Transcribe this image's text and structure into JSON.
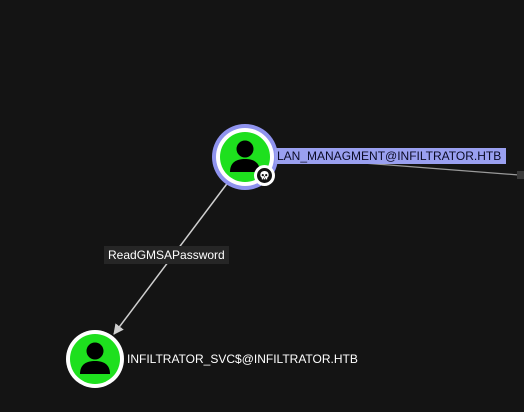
{
  "graph": {
    "nodes": [
      {
        "id": "lan_managment",
        "label": "LAN_MANAGMENT@INFILTRATOR.HTB",
        "type": "user",
        "selected": true,
        "icon": "person-icon",
        "badge_icon": "skull-icon"
      },
      {
        "id": "infiltrator_svc",
        "label": "INFILTRATOR_SVC$@INFILTRATOR.HTB",
        "type": "user",
        "selected": false,
        "icon": "person-icon"
      }
    ],
    "edges": [
      {
        "from": "lan_managment",
        "to": "infiltrator_svc",
        "label": "ReadGMSAPassword"
      }
    ]
  },
  "colors": {
    "background": "#141414",
    "node_fill": "#1ee01e",
    "selected_ring": "#8f93ee",
    "label_highlight": "#9aa0f0",
    "edge": "#cfcfcf"
  }
}
